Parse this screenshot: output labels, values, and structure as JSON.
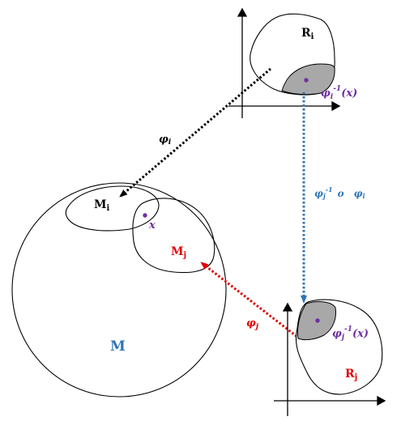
{
  "labels": {
    "chart_i": "R",
    "chart_i_sub": "i",
    "phi_i_inv": "φ",
    "phi_i_inv_sub": "i",
    "phi_i_inv_sup": "-1",
    "phi_i_inv_arg": "(x)",
    "map_phi_i": "φ",
    "map_phi_i_sub": "i",
    "transition_phi_j": "φ",
    "transition_phi_j_sub": "j",
    "transition_sup": "-1",
    "transition_op": "o",
    "transition_phi_i": "φ",
    "transition_phi_i_sub": "i",
    "set_mi": "M",
    "set_mi_sub": "i",
    "point_x": "x",
    "set_mj": "M",
    "set_mj_sub": "j",
    "map_phi_j": "φ",
    "map_phi_j_sub": "j",
    "manifold": "M",
    "phi_j_inv": "φ",
    "phi_j_inv_sub": "j",
    "phi_j_inv_sup": "-1",
    "phi_j_inv_arg": "(x)",
    "chart_j": "R",
    "chart_j_sub": "j"
  },
  "colors": {
    "black": "#000000",
    "purple": "#7030a0",
    "blue": "#2e75b6",
    "red": "#e00000",
    "region_fill": "#a8a8a8"
  }
}
